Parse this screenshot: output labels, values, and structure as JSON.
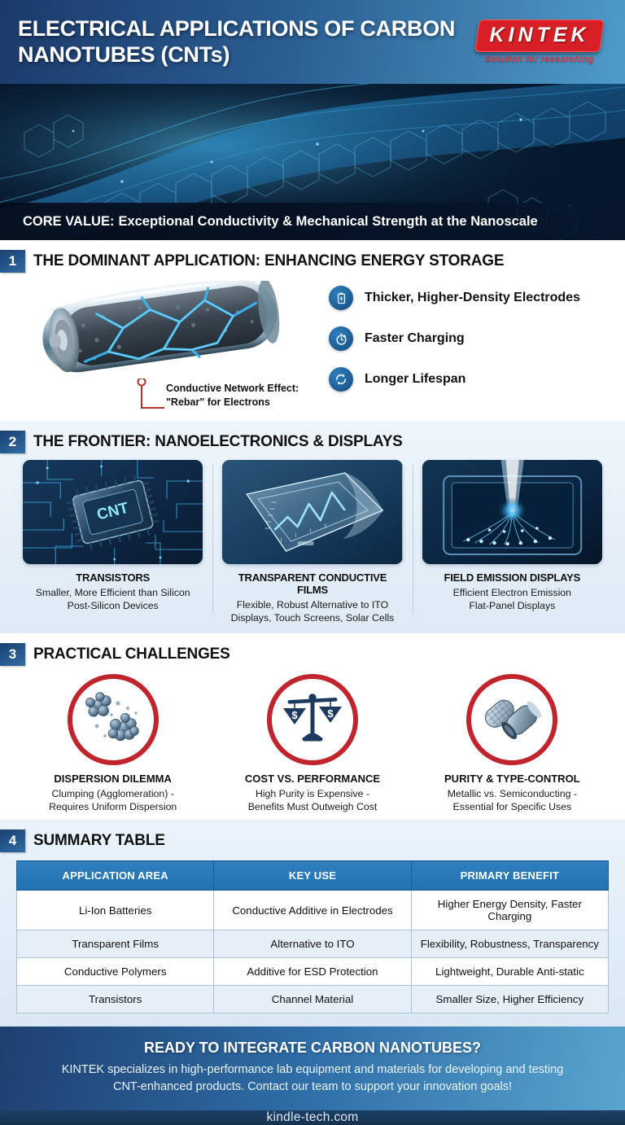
{
  "header": {
    "title": "ELECTRICAL APPLICATIONS OF CARBON NANOTUBES (CNTs)",
    "logo_name": "KINTEK",
    "logo_tagline": "Solution for ressarching",
    "brand_red": "#d81f26",
    "brand_blue": "#2a5d92"
  },
  "hero": {
    "core_value_label": "CORE VALUE:",
    "core_value_text": "Exceptional Conductivity & Mechanical Strength at the Nanoscale"
  },
  "section1": {
    "number": "1",
    "title": "THE DOMINANT APPLICATION: ENHANCING ENERGY STORAGE",
    "callout_line1": "Conductive Network Effect:",
    "callout_line2": "\"Rebar\" for Electrons",
    "benefits": [
      {
        "icon": "battery-bolt-icon",
        "label": "Thicker, Higher-Density Electrodes"
      },
      {
        "icon": "stopwatch-icon",
        "label": "Faster Charging"
      },
      {
        "icon": "recycle-arrows-icon",
        "label": "Longer Lifespan"
      }
    ]
  },
  "section2": {
    "number": "2",
    "title": "THE FRONTIER: NANOELECTRONICS & DISPLAYS",
    "cards": [
      {
        "image": "cnt-microchip-image",
        "title": "TRANSISTORS",
        "desc_line1": "Smaller, More Efficient than Silicon",
        "desc_line2": "Post-Silicon Devices"
      },
      {
        "image": "flexible-transparent-film-image",
        "title": "TRANSPARENT CONDUCTIVE FILMS",
        "desc_line1": "Flexible, Robust Alternative to ITO",
        "desc_line2": "Displays, Touch Screens, Solar Cells"
      },
      {
        "image": "field-emission-display-image",
        "title": "FIELD EMISSION DISPLAYS",
        "desc_line1": "Efficient Electron Emission",
        "desc_line2": "Flat-Panel Displays"
      }
    ]
  },
  "section3": {
    "number": "3",
    "title": "PRACTICAL CHALLENGES",
    "ring_color": "#c0242c",
    "items": [
      {
        "icon": "agglomerated-particles-icon",
        "title": "DISPERSION DILEMMA",
        "desc_line1": "Clumping (Agglomeration) -",
        "desc_line2": "Requires Uniform Dispersion"
      },
      {
        "icon": "balance-scale-dollar-icon",
        "title": "COST VS. PERFORMANCE",
        "desc_line1": "High Purity is Expensive -",
        "desc_line2": "Benefits Must Outweigh Cost"
      },
      {
        "icon": "nanotube-pair-icon",
        "title": "PURITY & TYPE-CONTROL",
        "desc_line1": "Metallic vs. Semiconducting -",
        "desc_line2": "Essential for Specific Uses"
      }
    ]
  },
  "section4": {
    "number": "4",
    "title": "SUMMARY TABLE",
    "table": {
      "columns": [
        "APPLICATION AREA",
        "KEY USE",
        "PRIMARY BENEFIT"
      ],
      "rows": [
        [
          "Li-Ion Batteries",
          "Conductive Additive in Electrodes",
          "Higher Energy Density, Faster Charging"
        ],
        [
          "Transparent Films",
          "Alternative to ITO",
          "Flexibility, Robustness, Transparency"
        ],
        [
          "Conductive Polymers",
          "Additive for ESD Protection",
          "Lightweight, Durable Anti-static"
        ],
        [
          "Transistors",
          "Channel Material",
          "Smaller Size, Higher Efficiency"
        ]
      ]
    }
  },
  "cta": {
    "heading": "READY TO INTEGRATE CARBON NANOTUBES?",
    "body_line1": "KINTEK specializes in high-performance lab equipment and materials for developing and testing",
    "body_line2": "CNT-enhanced products. Contact our team to support your innovation goals!"
  },
  "footer": {
    "url": "kindle-tech.com"
  }
}
